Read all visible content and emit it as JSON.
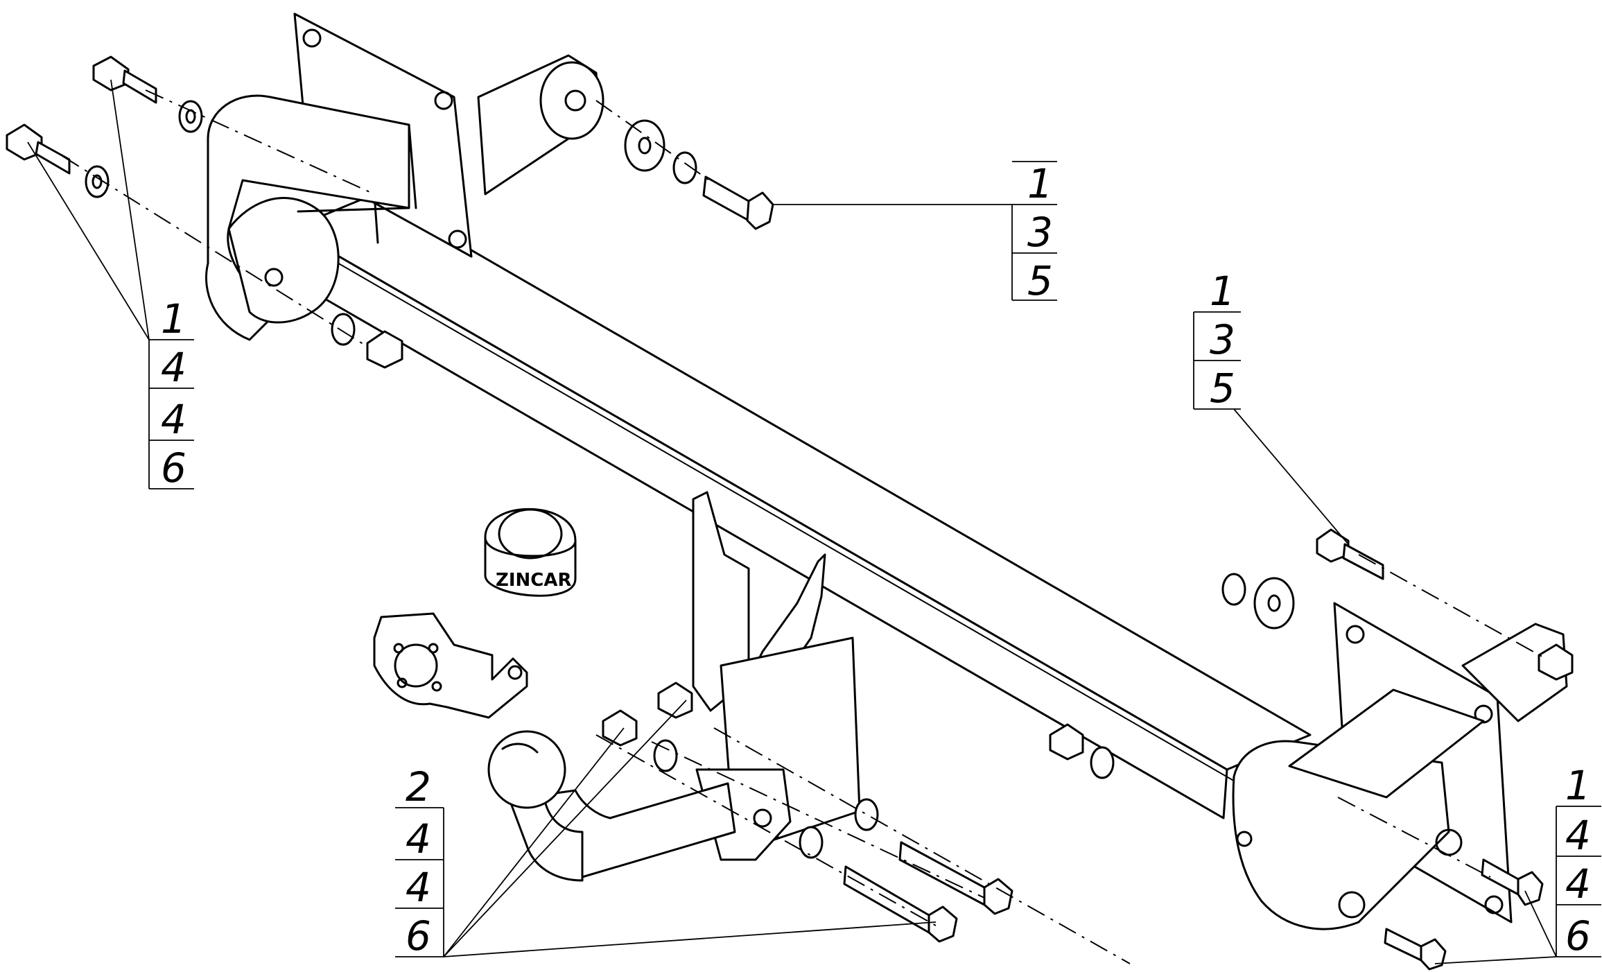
{
  "callouts": {
    "top_right": [
      "1",
      "3",
      "5"
    ],
    "right": [
      "1",
      "3",
      "5"
    ],
    "top_left": [
      "1",
      "4",
      "4",
      "6"
    ],
    "bottom_center": [
      "2",
      "4",
      "4",
      "6"
    ],
    "bottom_right": [
      "1",
      "4",
      "4",
      "6"
    ]
  },
  "socket_cap_text": "ZINCAR",
  "colors": {
    "line": "#000000",
    "background": "#ffffff"
  }
}
